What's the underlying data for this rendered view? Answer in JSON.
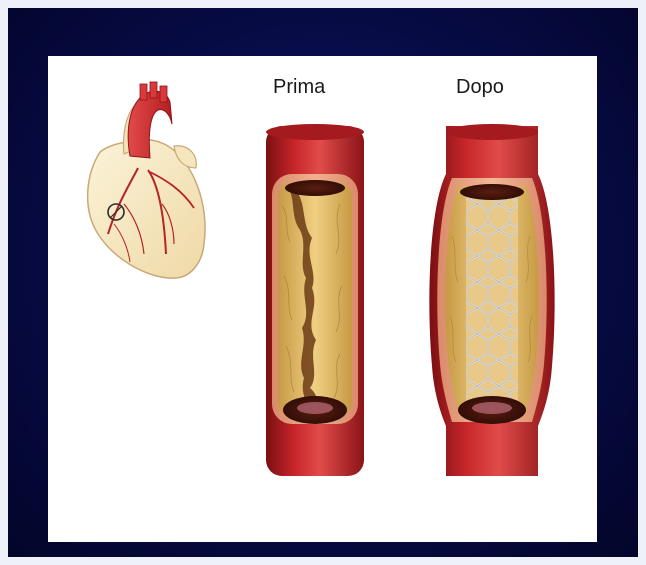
{
  "slide": {
    "labels": {
      "before": "Prima",
      "after": "Dopo"
    },
    "colors": {
      "background": "#070b45",
      "panel": "#ffffff",
      "vessel": "#b21a1d",
      "plaque": "#e2b45a",
      "stent": "#c9ccd2"
    },
    "illustrations": {
      "heart": "heart-illustration",
      "before": "narrowed-artery",
      "after": "stented-artery"
    }
  }
}
